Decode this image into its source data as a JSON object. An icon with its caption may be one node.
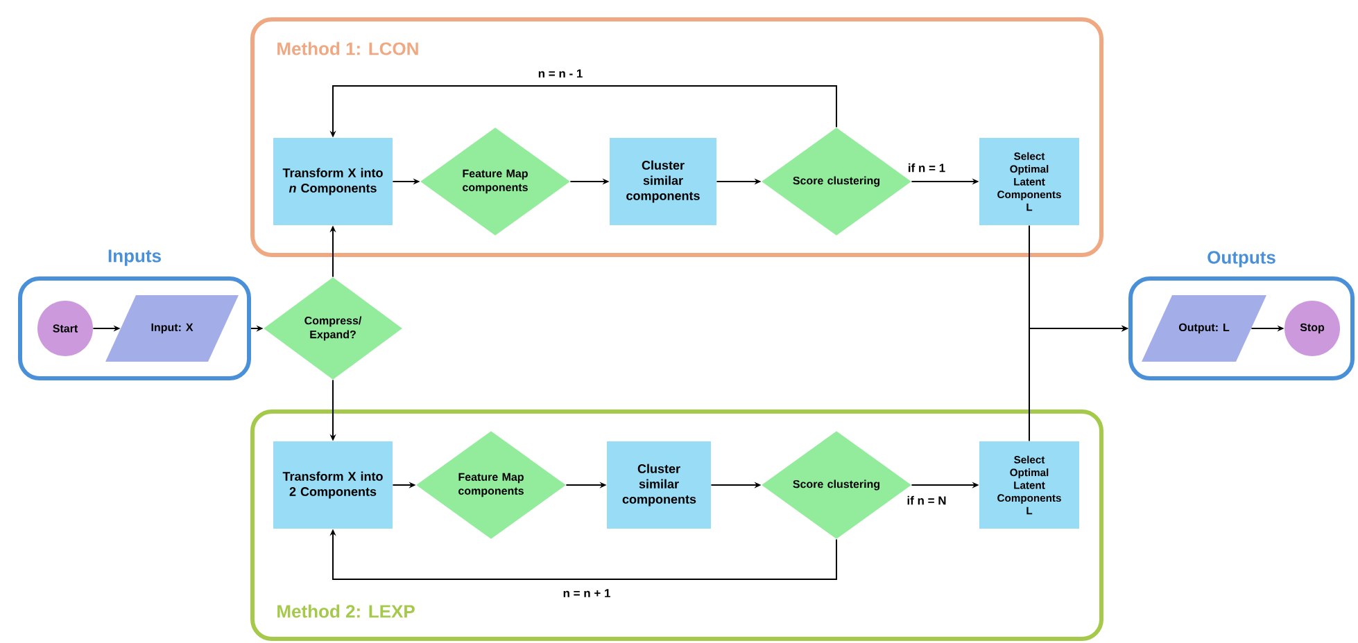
{
  "diagram": {
    "nodes": [
      {
        "text": [
          "Inputs"
        ]
      },
      {
        "text": [
          "Start"
        ],
        "in": 0
      },
      {
        "text": [
          "Input: X"
        ],
        "in": 0
      },
      {
        "text": [
          "Compress/ Expand?"
        ]
      },
      {
        "text": [
          "Method 1: LCON"
        ]
      },
      {
        "text": [
          "Transform X into *n* Components"
        ],
        "in": 4
      },
      {
        "text": [
          "Feature Map components"
        ],
        "in": 4
      },
      {
        "text": [
          "Cluster similar components"
        ],
        "in": 4
      },
      {
        "text": [
          "Score clustering"
        ],
        "in": 4
      },
      {
        "text": [
          "Select Optimal Latent Components L"
        ],
        "in": 4
      },
      {
        "text": [
          "Method 2: LEXP"
        ]
      },
      {
        "text": [
          "Transform X into 2 Components"
        ],
        "in": 10
      },
      {
        "text": [
          "Feature Map components"
        ],
        "in": 10
      },
      {
        "text": [
          "Cluster similar components"
        ],
        "in": 10
      },
      {
        "text": [
          "Score clustering"
        ],
        "in": 10
      },
      {
        "text": [
          "Select Optimal Latent Components L"
        ],
        "in": 10
      },
      {
        "text": [
          "Outputs"
        ]
      },
      {
        "text": [
          "Output: L"
        ],
        "in": 16
      },
      {
        "text": [
          "Stop"
        ],
        "in": 16
      }
    ],
    "edges": [
      {
        "from": 1,
        "to": 2,
        "arrow": "to"
      },
      {
        "from": 0,
        "to": 3,
        "arrow": "to"
      },
      {
        "from": 3,
        "to": 5,
        "arrow": "to"
      },
      {
        "from": 3,
        "to": 11,
        "arrow": "to"
      },
      {
        "from": 5,
        "to": 6,
        "arrow": "to"
      },
      {
        "from": 6,
        "to": 7,
        "arrow": "to"
      },
      {
        "from": 7,
        "to": 8,
        "arrow": "to"
      },
      {
        "from": 8,
        "to": 9,
        "arrow": "to",
        "label": "if n = 1"
      },
      {
        "from": 8,
        "to": 5,
        "arrow": "to",
        "label": "n = n - 1"
      },
      {
        "from": 11,
        "to": 12,
        "arrow": "to"
      },
      {
        "from": 12,
        "to": 13,
        "arrow": "to"
      },
      {
        "from": 13,
        "to": 14,
        "arrow": "to"
      },
      {
        "from": 14,
        "to": 15,
        "arrow": "to",
        "label": "if n = N"
      },
      {
        "from": 14,
        "to": 11,
        "arrow": "to",
        "label": "n = n + 1"
      },
      {
        "from": 9,
        "to": 16,
        "arrow": "to"
      },
      {
        "from": 15,
        "to": 16,
        "arrow": "to"
      },
      {
        "from": 17,
        "to": 18,
        "arrow": "to"
      }
    ]
  }
}
